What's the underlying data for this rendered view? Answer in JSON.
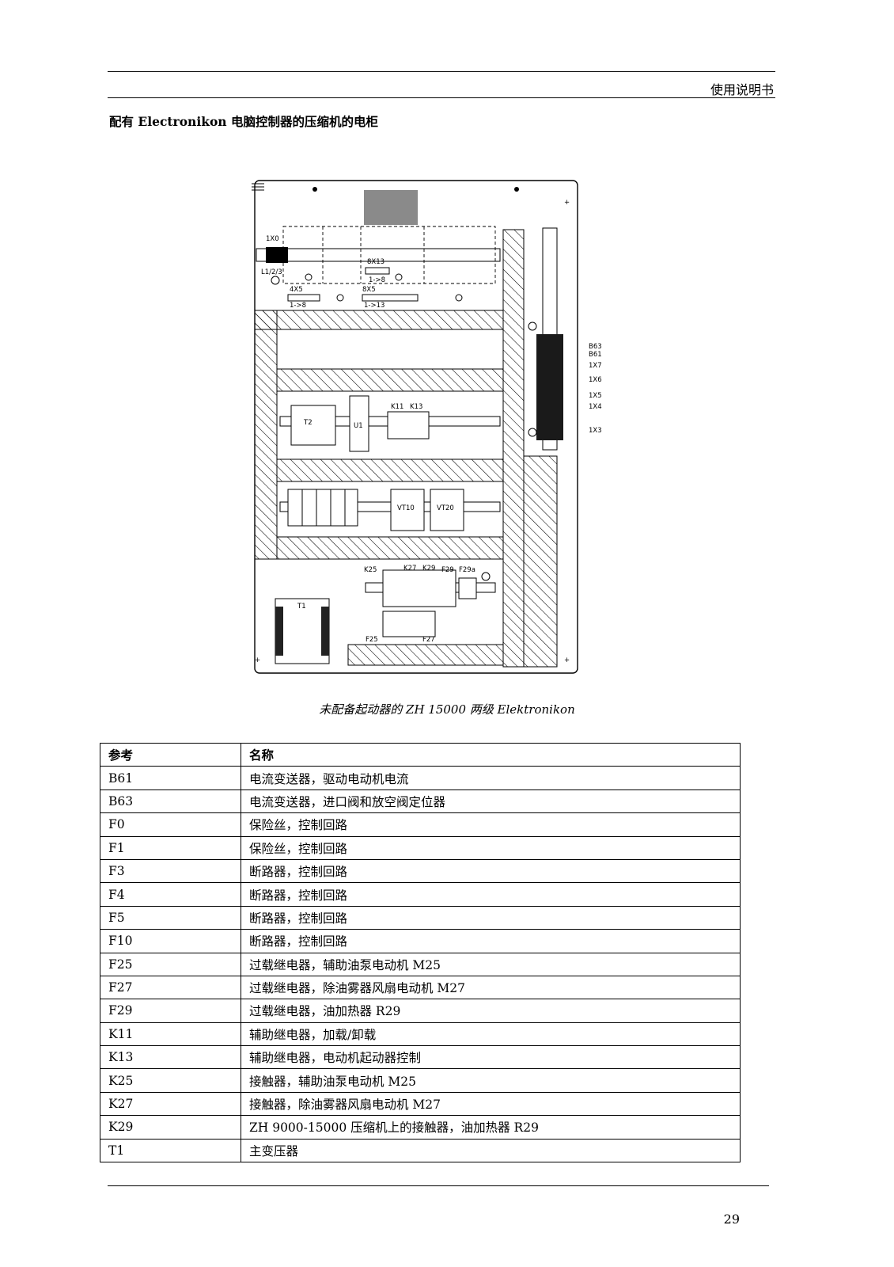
{
  "header": {
    "right_label": "使用说明书"
  },
  "section_title": "配有 Electronikon 电脑控制器的压缩机的电柜",
  "figure": {
    "caption": "未配备起动器的 ZH 15000 两级 Elektronikon",
    "labels": {
      "x0": "1X0",
      "l123": "L1/2/3",
      "bx13": "8X13",
      "bx13_range": "1->8",
      "x5a": "4X5",
      "x5a_range": "1->8",
      "x5b": "8X5",
      "x5b_range": "1->13",
      "b63": "B63",
      "b61": "B61",
      "x7": "1X7",
      "x6": "1X6",
      "x5r": "1X5",
      "x4": "1X4",
      "x3": "1X3",
      "t2": "T2",
      "u1": "U1",
      "k11": "K11",
      "k13": "K13",
      "vt10": "VT10",
      "vt20": "VT20",
      "k25": "K25",
      "k27": "K27",
      "k29": "K29",
      "f29": "F29",
      "f29a": "F29a",
      "t1": "T1",
      "f25": "F25",
      "f27": "F27"
    }
  },
  "table": {
    "headers": [
      "参考",
      "名称"
    ],
    "rows": [
      [
        "B61",
        "电流变送器，驱动电动机电流"
      ],
      [
        "B63",
        "电流变送器，进口阀和放空阀定位器"
      ],
      [
        "F0",
        "保险丝，控制回路"
      ],
      [
        "F1",
        "保险丝，控制回路"
      ],
      [
        "F3",
        "断路器，控制回路"
      ],
      [
        "F4",
        "断路器，控制回路"
      ],
      [
        "F5",
        "断路器，控制回路"
      ],
      [
        "F10",
        "断路器，控制回路"
      ],
      [
        "F25",
        "过载继电器，辅助油泵电动机 M25"
      ],
      [
        "F27",
        "过载继电器，除油雾器风扇电动机 M27"
      ],
      [
        "F29",
        "过载继电器，油加热器 R29"
      ],
      [
        "K11",
        "辅助继电器，加载/卸载"
      ],
      [
        "K13",
        "辅助继电器，电动机起动器控制"
      ],
      [
        "K25",
        "接触器，辅助油泵电动机 M25"
      ],
      [
        "K27",
        "接触器，除油雾器风扇电动机 M27"
      ],
      [
        "K29",
        "ZH 9000-15000 压缩机上的接触器，油加热器 R29"
      ],
      [
        "T1",
        "主变压器"
      ]
    ]
  },
  "page_number": "29"
}
